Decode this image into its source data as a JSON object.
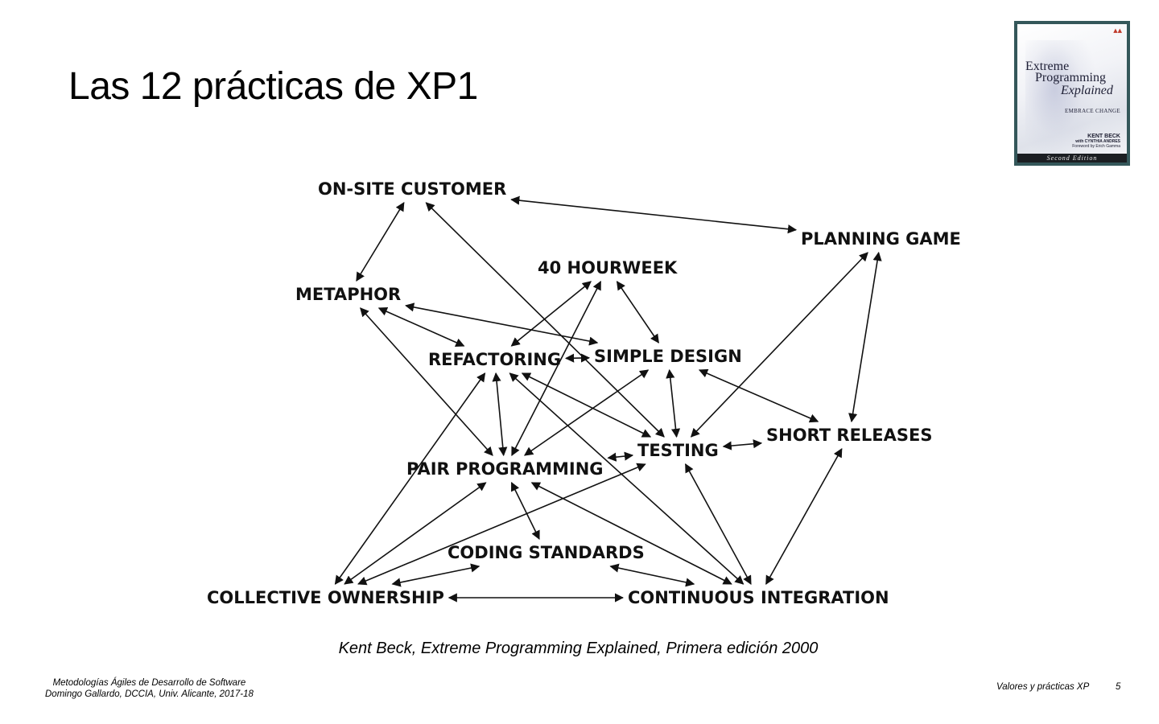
{
  "slide": {
    "title": "Las 12 prácticas de XP1"
  },
  "book_cover": {
    "title_line1": "Extreme",
    "title_line2": "Programming",
    "title_line3": "Explained",
    "subtitle": "EMBRACE CHANGE",
    "author": "KENT BECK",
    "coauthor": "with CYNTHIA ANDRES",
    "foreword": "Foreword by Erich Gamma",
    "edition": "Second Edition",
    "frame_color": "#34575a"
  },
  "diagram": {
    "practices": {
      "onsite_customer": "ON-SITE CUSTOMER",
      "planning_game": "PLANNING GAME",
      "forty_hour_week": "40 HOURWEEK",
      "metaphor": "METAPHOR",
      "refactoring": "REFACTORING",
      "simple_design": "SIMPLE DESIGN",
      "testing": "TESTING",
      "short_releases": "SHORT RELEASES",
      "pair_programming": "PAIR PROGRAMMING",
      "coding_standards": "CODING STANDARDS",
      "collective_ownership": "COLLECTIVE OWNERSHIP",
      "continuous_integration": "CONTINUOUS INTEGRATION"
    },
    "relations": [
      [
        "onsite_customer",
        "planning_game"
      ],
      [
        "onsite_customer",
        "metaphor"
      ],
      [
        "onsite_customer",
        "testing"
      ],
      [
        "planning_game",
        "short_releases"
      ],
      [
        "planning_game",
        "testing"
      ],
      [
        "metaphor",
        "refactoring"
      ],
      [
        "metaphor",
        "simple_design"
      ],
      [
        "metaphor",
        "pair_programming"
      ],
      [
        "forty_hour_week",
        "refactoring"
      ],
      [
        "forty_hour_week",
        "simple_design"
      ],
      [
        "forty_hour_week",
        "pair_programming"
      ],
      [
        "refactoring",
        "simple_design"
      ],
      [
        "refactoring",
        "pair_programming"
      ],
      [
        "refactoring",
        "testing"
      ],
      [
        "refactoring",
        "collective_ownership"
      ],
      [
        "refactoring",
        "continuous_integration"
      ],
      [
        "simple_design",
        "testing"
      ],
      [
        "simple_design",
        "short_releases"
      ],
      [
        "simple_design",
        "pair_programming"
      ],
      [
        "testing",
        "short_releases"
      ],
      [
        "testing",
        "pair_programming"
      ],
      [
        "testing",
        "collective_ownership"
      ],
      [
        "testing",
        "continuous_integration"
      ],
      [
        "short_releases",
        "continuous_integration"
      ],
      [
        "pair_programming",
        "coding_standards"
      ],
      [
        "pair_programming",
        "collective_ownership"
      ],
      [
        "pair_programming",
        "continuous_integration"
      ],
      [
        "coding_standards",
        "collective_ownership"
      ],
      [
        "coding_standards",
        "continuous_integration"
      ],
      [
        "collective_ownership",
        "continuous_integration"
      ]
    ]
  },
  "caption": "Kent Beck, Extreme Programming Explained, Primera edición 2000",
  "footer": {
    "course": "Metodologías Ágiles de Desarrollo de Software",
    "author_line": "Domingo Gallardo, DCCIA, Univ. Alicante, 2017-18",
    "section": "Valores y prácticas XP",
    "page_number": "5"
  }
}
